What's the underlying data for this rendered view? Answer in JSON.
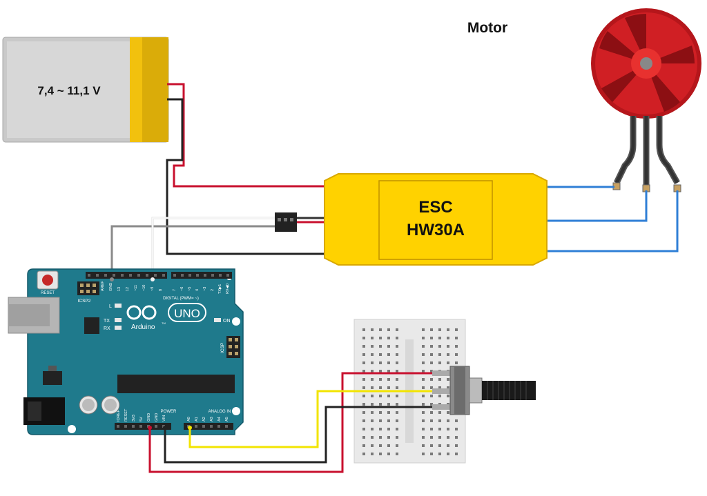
{
  "title": "Motor",
  "battery": {
    "voltage_label": "7,4  ~  11,1 V"
  },
  "esc": {
    "line1": "ESC",
    "line2": "HW30A"
  },
  "arduino": {
    "brand": "Arduino",
    "tm": "TM",
    "model": "UNO",
    "reset_label": "RESET",
    "icsp2_label": "ICSP2",
    "icsp_label": "ICSP",
    "led_l": "L",
    "led_tx": "TX",
    "led_rx": "RX",
    "led_on": "ON",
    "digital_label": "DIGITAL (PWM= ~)",
    "power_label": "POWER",
    "analog_label": "ANALOG IN",
    "top_pins": [
      "AREF",
      "GND",
      "13",
      "12",
      "~11",
      "~10",
      "~9",
      "8",
      "7",
      "~6",
      "~5",
      "4",
      "~3",
      "2",
      "TX▶1",
      "RX◀0"
    ],
    "power_pins": [
      "IOREF",
      "RESET",
      "3V3",
      "5V",
      "GND",
      "GND",
      "VIN"
    ],
    "analog_pins": [
      "A0",
      "A1",
      "A2",
      "A3",
      "A4",
      "A5"
    ]
  },
  "colors": {
    "wire_red": "#c8102e",
    "wire_black": "#222222",
    "wire_gray": "#8a8a8a",
    "wire_white": "#f4f4f4",
    "wire_yellow": "#f2e400",
    "wire_blue": "#2f7fd6",
    "esc_yellow": "#ffd200",
    "board_teal": "#1f7a8c",
    "motor_red": "#c8191f",
    "battery_gray": "#d0d0d0",
    "battery_band": "#f4c20d"
  }
}
